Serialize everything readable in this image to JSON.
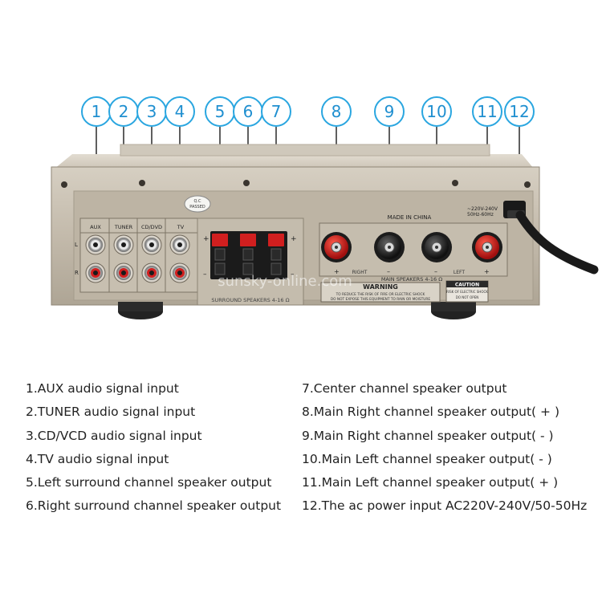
{
  "callouts": [
    "1",
    "2",
    "3",
    "4",
    "5",
    "6",
    "7",
    "8",
    "9",
    "10",
    "11",
    "12"
  ],
  "panel": {
    "qc_line1": "Q.C",
    "qc_line2": "PASSED",
    "input_labels": [
      "AUX",
      "TUNER",
      "CD/DVD",
      "TV"
    ],
    "lr_left": "L",
    "lr_right": "R",
    "made_in": "MADE IN CHINA",
    "voltage_line1": "~220V-240V",
    "voltage_line2": "50Hz-60Hz",
    "main_speakers": "MAIN SPEAKERS 4-16 Ω",
    "right_label": "RIGHT",
    "left_label": "LEFT",
    "surround_label": "SURROUND SPEAKERS 4-16 Ω",
    "warning_title": "WARNING",
    "warning_line1": "TO REDUCE THE RISK OF FIRE OR ELECTRIC SHOCK",
    "warning_line2": "DO NOT EXPOSE THIS EQUIPMENT TO RAIN OR MOISTURE",
    "caution_title": "CAUTION",
    "caution_line1": "RISK OF ELECTRIC SHOCK",
    "caution_line2": "DO NOT OPEN",
    "watermark": "sunsky-online.com",
    "plus": "+",
    "minus": "–"
  },
  "legend": {
    "left": [
      "1.AUX audio signal input",
      "2.TUNER audio signal input",
      "3.CD/VCD audio signal input",
      "4.TV audio signal input",
      "5.Left surround channel speaker output",
      "6.Right surround channel speaker output"
    ],
    "right": [
      "7.Center channel speaker output",
      "8.Main Right channel speaker output( + )",
      "9.Main Right channel speaker output( - )",
      "10.Main Left channel speaker output( - )",
      "11.Main Left channel speaker output( + )",
      "12.The ac power input AC220V-240V/50-50Hz"
    ]
  },
  "colors": {
    "callout": "#2aa6e0",
    "panel": "#c2b9a9",
    "panel_dark": "#a69d8d",
    "red": "#d11f1f"
  }
}
